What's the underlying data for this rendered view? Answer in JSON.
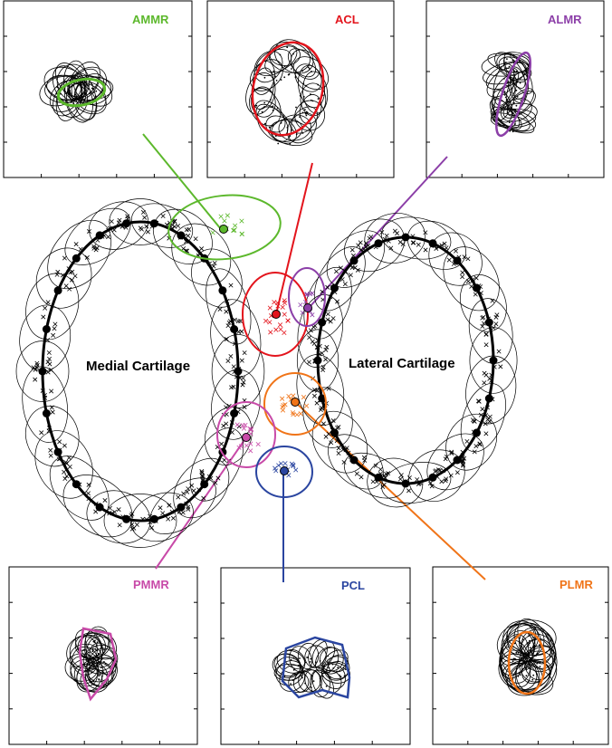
{
  "regions": {
    "medial": {
      "label": "Medial Cartilage"
    },
    "lateral": {
      "label": "Lateral Cartilage"
    }
  },
  "panels": [
    {
      "key": "ammr",
      "label": "AMMR",
      "color": "#5cb82c"
    },
    {
      "key": "acl",
      "label": "ACL",
      "color": "#e3141c"
    },
    {
      "key": "almr",
      "label": "ALMR",
      "color": "#8c3fa8"
    },
    {
      "key": "pmmr",
      "label": "PMMR",
      "color": "#c84aa8"
    },
    {
      "key": "pcl",
      "label": "PCL",
      "color": "#2a45a0"
    },
    {
      "key": "plmr",
      "label": "PLMR",
      "color": "#f07418"
    }
  ]
}
